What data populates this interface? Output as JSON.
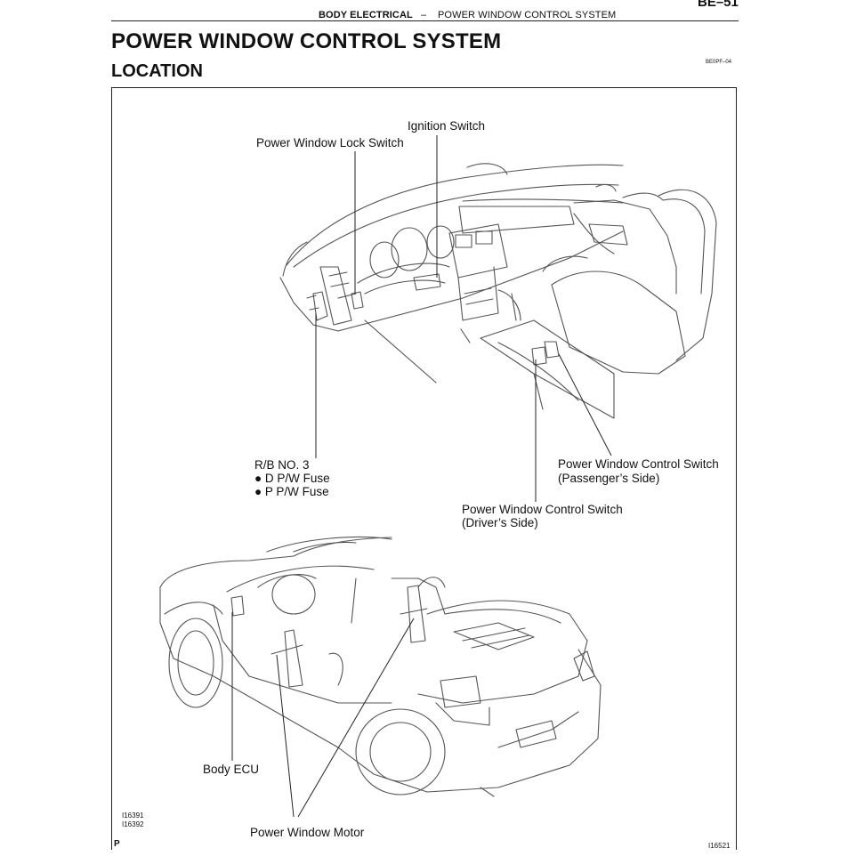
{
  "header": {
    "section": "BODY ELECTRICAL",
    "separator": "–",
    "subsection": "POWER WINDOW CONTROL SYSTEM",
    "page_number": "BE–51"
  },
  "title": "POWER WINDOW CONTROL SYSTEM",
  "subtitle": "LOCATION",
  "doc_code": "BE0PF–04",
  "callouts": {
    "ignition_switch": "Ignition Switch",
    "lock_switch": "Power Window Lock Switch",
    "rb_title": "R/B NO. 3",
    "rb_fuse_d": "● D P/W Fuse",
    "rb_fuse_p": "● P P/W Fuse",
    "pass_switch_1": "Power Window Control Switch",
    "pass_switch_2": "(Passenger’s Side)",
    "drv_switch_1": "Power Window Control Switch",
    "drv_switch_2": "(Driver’s Side)",
    "body_ecu": "Body ECU",
    "motor": "Power Window Motor"
  },
  "figure_refs": {
    "ref_1": "I16391",
    "ref_2": "I16392",
    "ref_main": "I16521",
    "page_mark": "P"
  }
}
